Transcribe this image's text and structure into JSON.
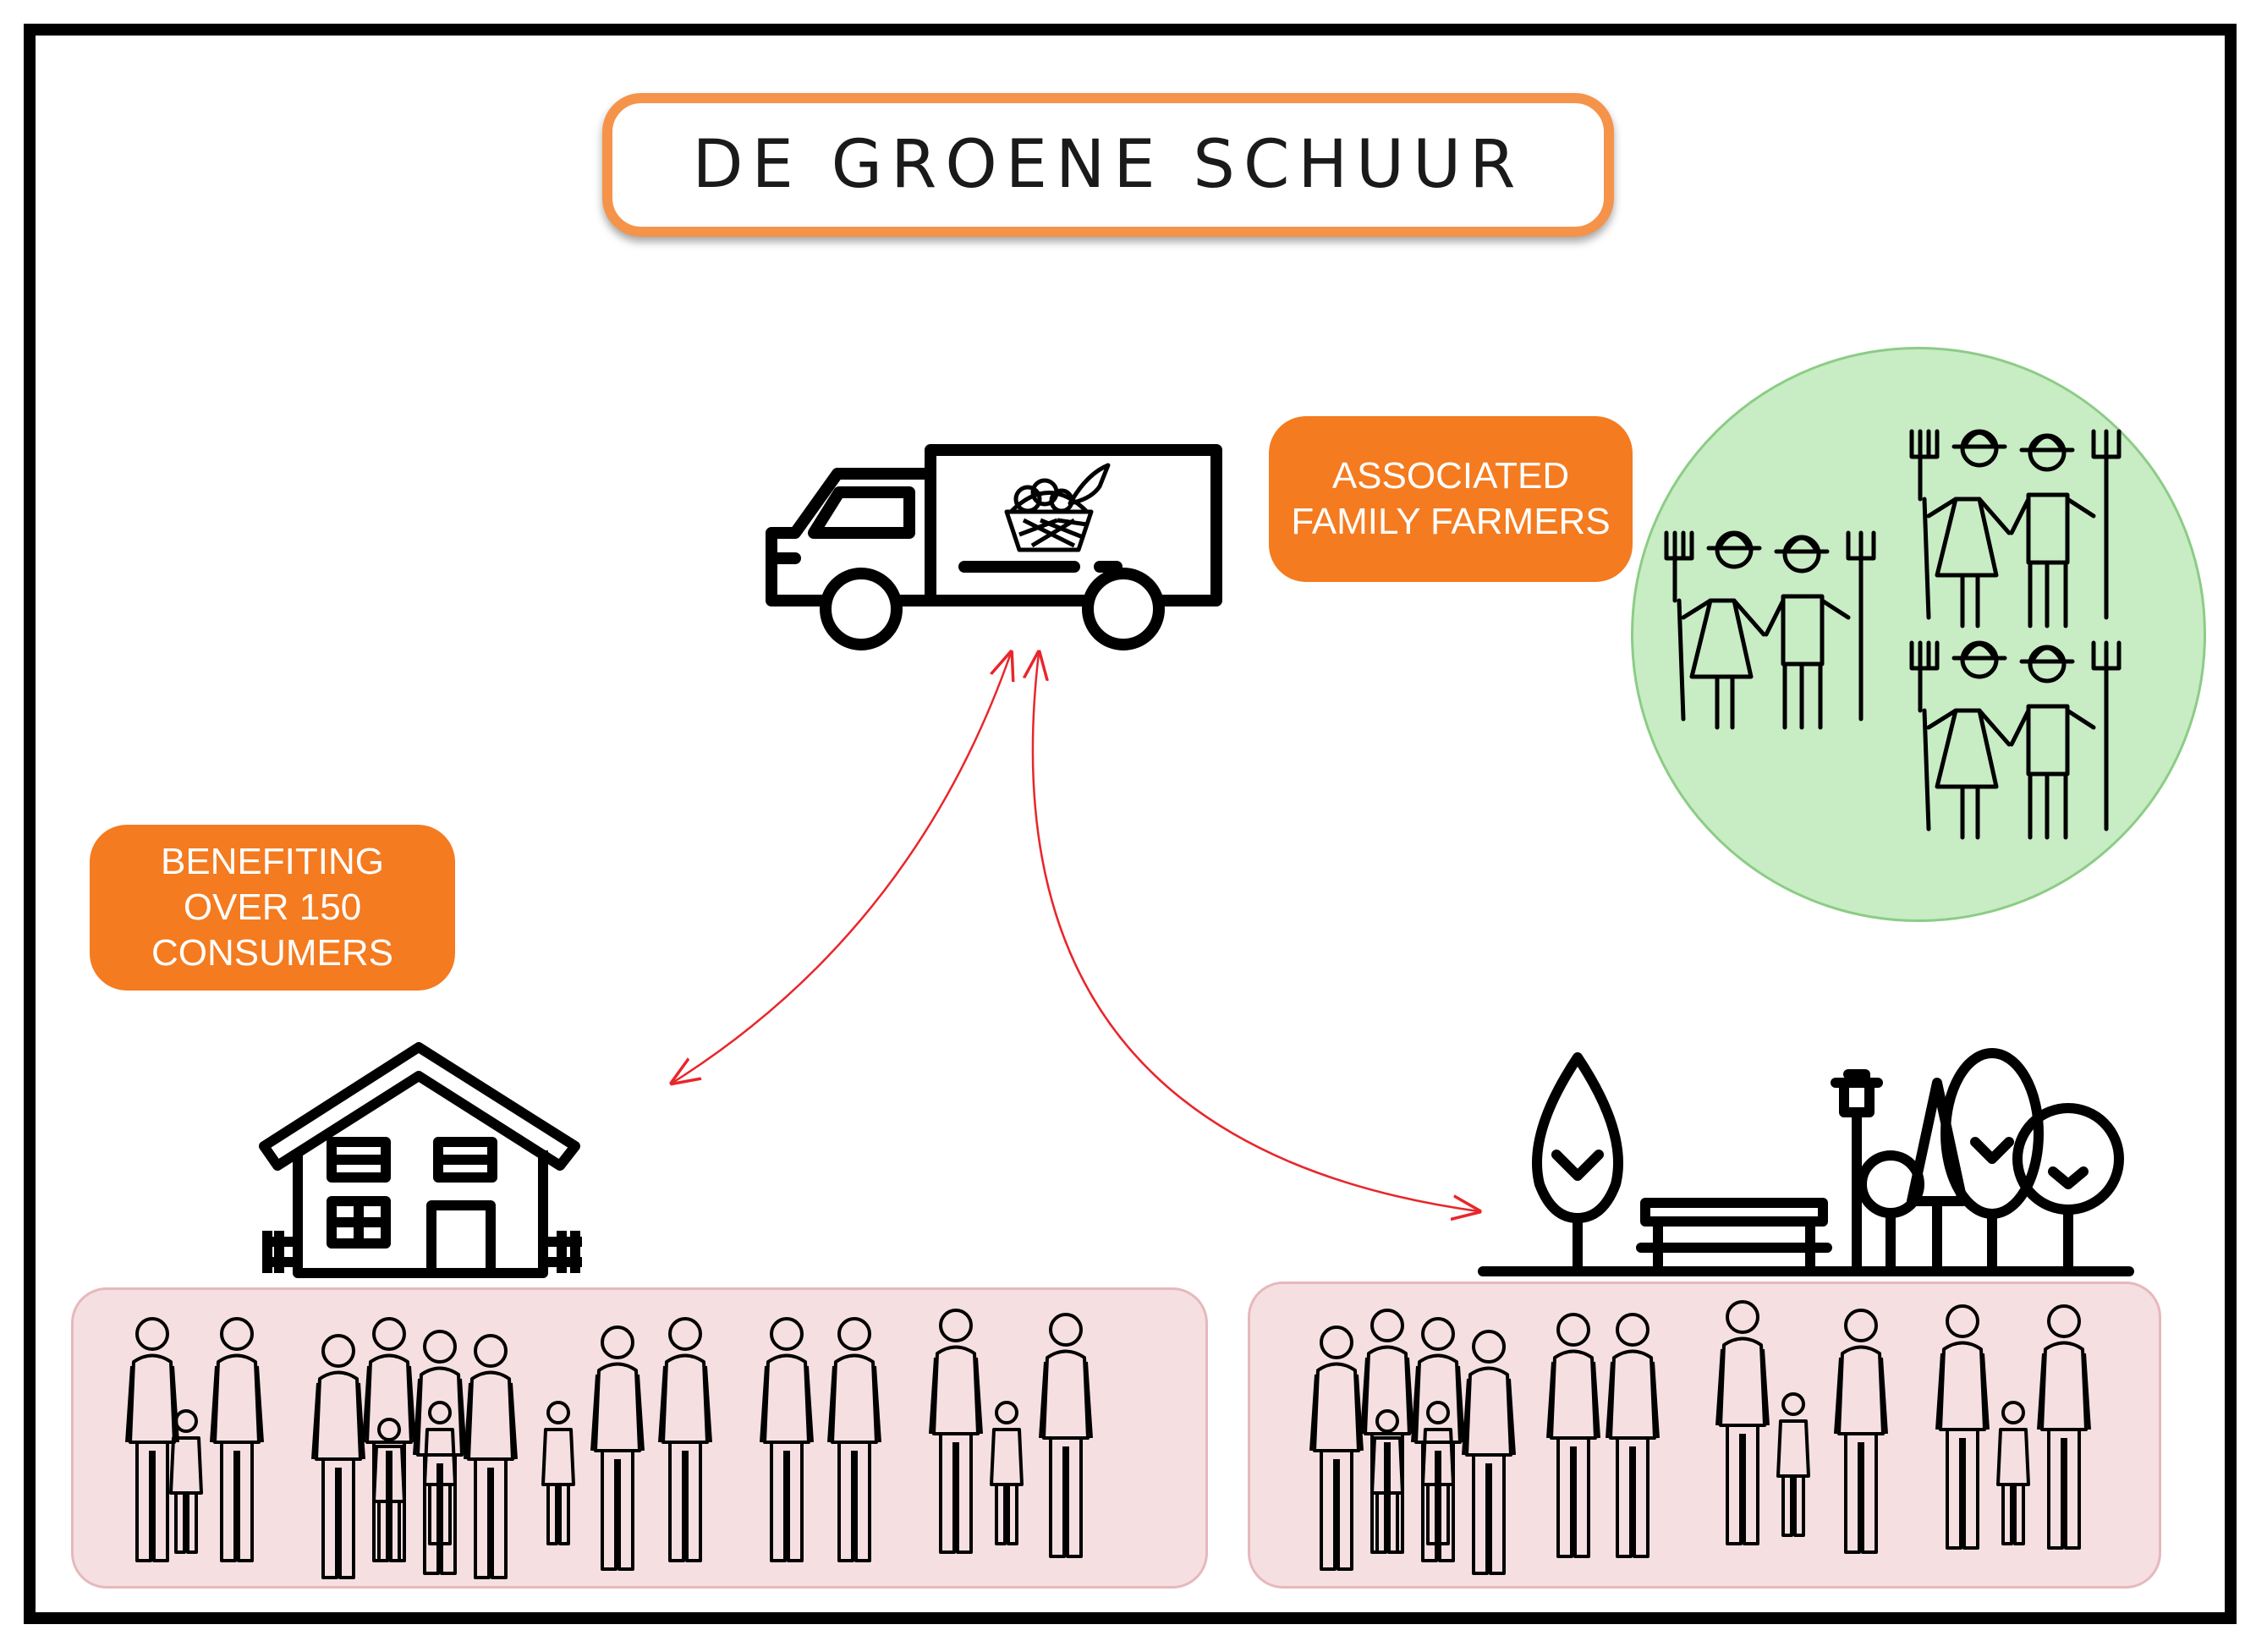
{
  "title": "DE GROENE SCHUUR",
  "badges": {
    "farmers": [
      "ASSOCIATED",
      "FAMILY FARMERS"
    ],
    "consumers": [
      "BENEFITING",
      "OVER 150",
      "CONSUMERS"
    ]
  },
  "colors": {
    "badge_fill": "#f47b20",
    "title_border": "#f5934a",
    "farmers_circle": "#c8ecc4",
    "consumer_panel": "#f5dfe1",
    "arrow": "#e8262b"
  },
  "icons": [
    "delivery-truck-icon",
    "produce-basket-icon",
    "farmer-couple-icon",
    "house-icon",
    "park-icon",
    "family-icon"
  ]
}
